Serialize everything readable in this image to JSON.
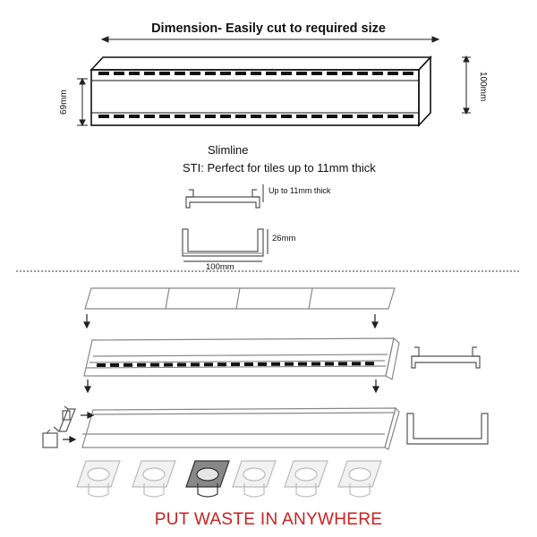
{
  "title": "Dimension- Easily cut to required size",
  "dimensions": {
    "height_left": "69mm",
    "height_right": "100mm",
    "profile_height": "26mm",
    "profile_width": "100mm"
  },
  "slimline": {
    "name": "Slimline",
    "description": "STI: Perfect for tiles up to 11mm thick",
    "tile_label": "Up to 11mm thick"
  },
  "footer": "PUT WASTE IN ANYWHERE",
  "colors": {
    "footer_text": "#cc1f1f",
    "line": "#111111",
    "grey_line": "#888888"
  }
}
